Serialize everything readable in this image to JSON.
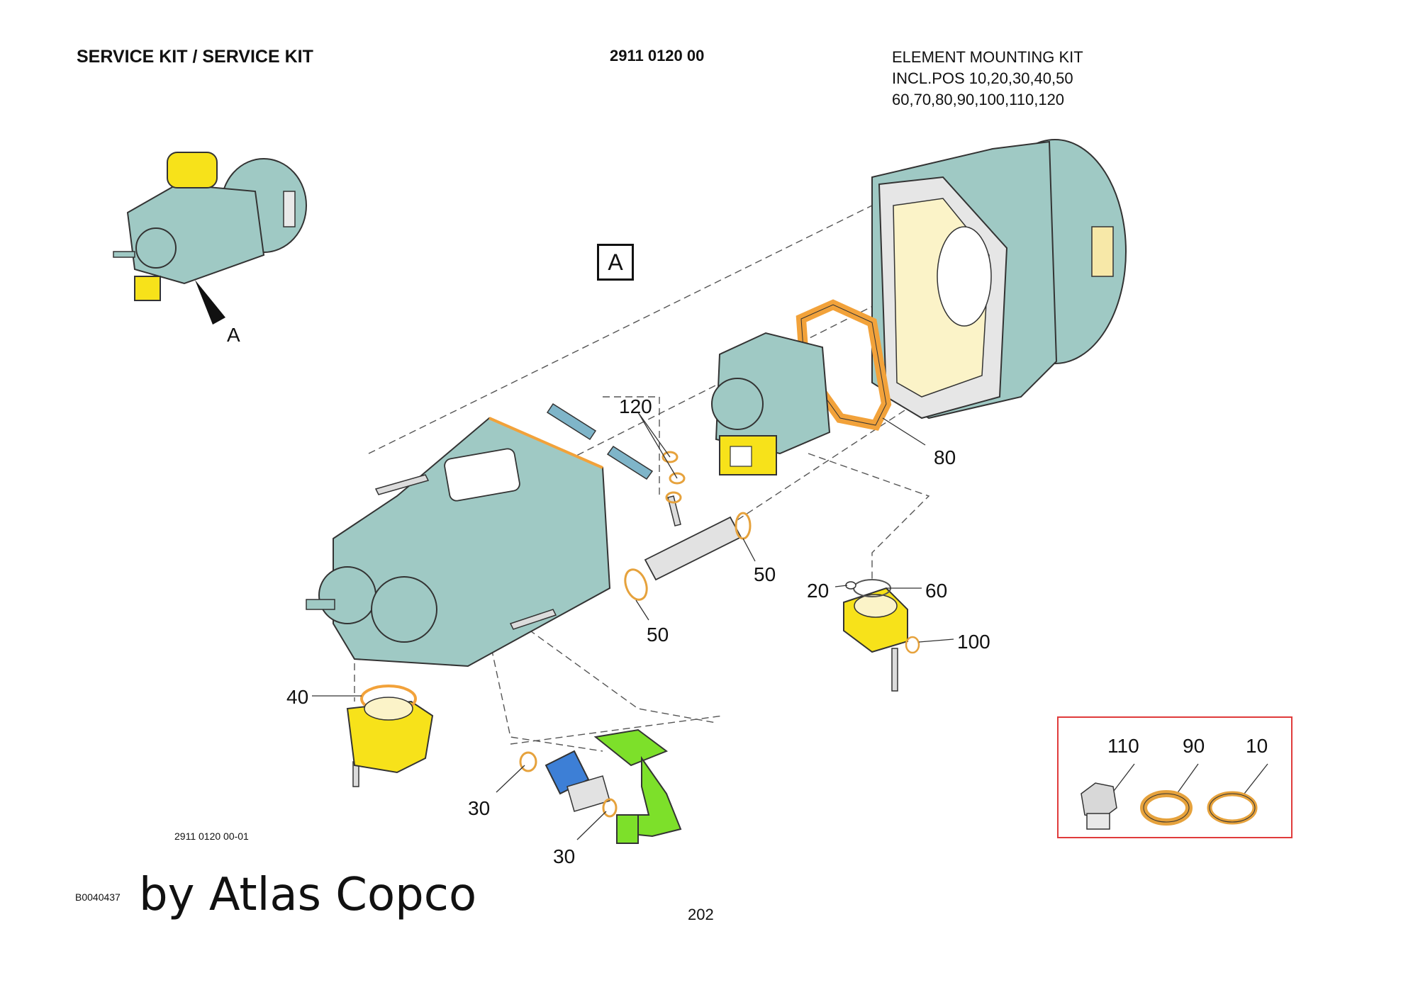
{
  "header": {
    "title": "SERVICE KIT / SERVICE KIT",
    "part_number": "2911 0120 00",
    "description_lines": [
      "ELEMENT MOUNTING KIT",
      "INCL.POS 10,20,30,40,50",
      "60,70,80,90,100,110,120"
    ]
  },
  "view_label": "A",
  "arrow_label": "A",
  "callouts": {
    "c120": "120",
    "c80": "80",
    "c50a": "50",
    "c50b": "50",
    "c20": "20",
    "c60": "60",
    "c100": "100",
    "c40": "40",
    "c30a": "30",
    "c30b": "30",
    "c110": "110",
    "c90": "90",
    "c10": "10"
  },
  "figure_number": "2911 0120 00-01",
  "reference_code": "B0040437",
  "brand_text": "by Atlas Copco",
  "page_number": "202",
  "colors": {
    "body_teal": "#9fc9c4",
    "yellow_part": "#f7e21a",
    "green_pipe": "#7de02a",
    "blue_part": "#3d7fd6",
    "gasket_orange": "#f2a23a",
    "ring_copper": "#e6a23c",
    "kit_box_red": "#e03b3b"
  }
}
